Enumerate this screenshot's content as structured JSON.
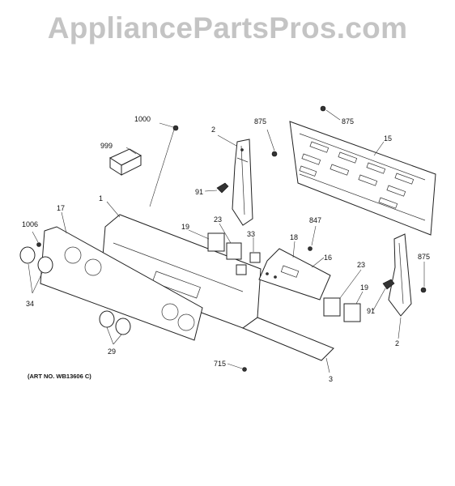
{
  "watermark": "AppliancePartsPros.com",
  "art_number": "(ART NO. WB13606 C)",
  "callouts": {
    "c1000": "1000",
    "c999": "999",
    "c2a": "2",
    "c875a": "875",
    "c875b": "875",
    "c15": "15",
    "c91a": "91",
    "c1": "1",
    "c1006": "1006",
    "c17": "17",
    "c19a": "19",
    "c23a": "23",
    "c33": "33",
    "c847": "847",
    "c18": "18",
    "c16": "16",
    "c875c": "875",
    "c34": "34",
    "c23b": "23",
    "c19b": "19",
    "c91b": "91",
    "c2b": "2",
    "c29": "29",
    "c715": "715",
    "c3": "3"
  }
}
